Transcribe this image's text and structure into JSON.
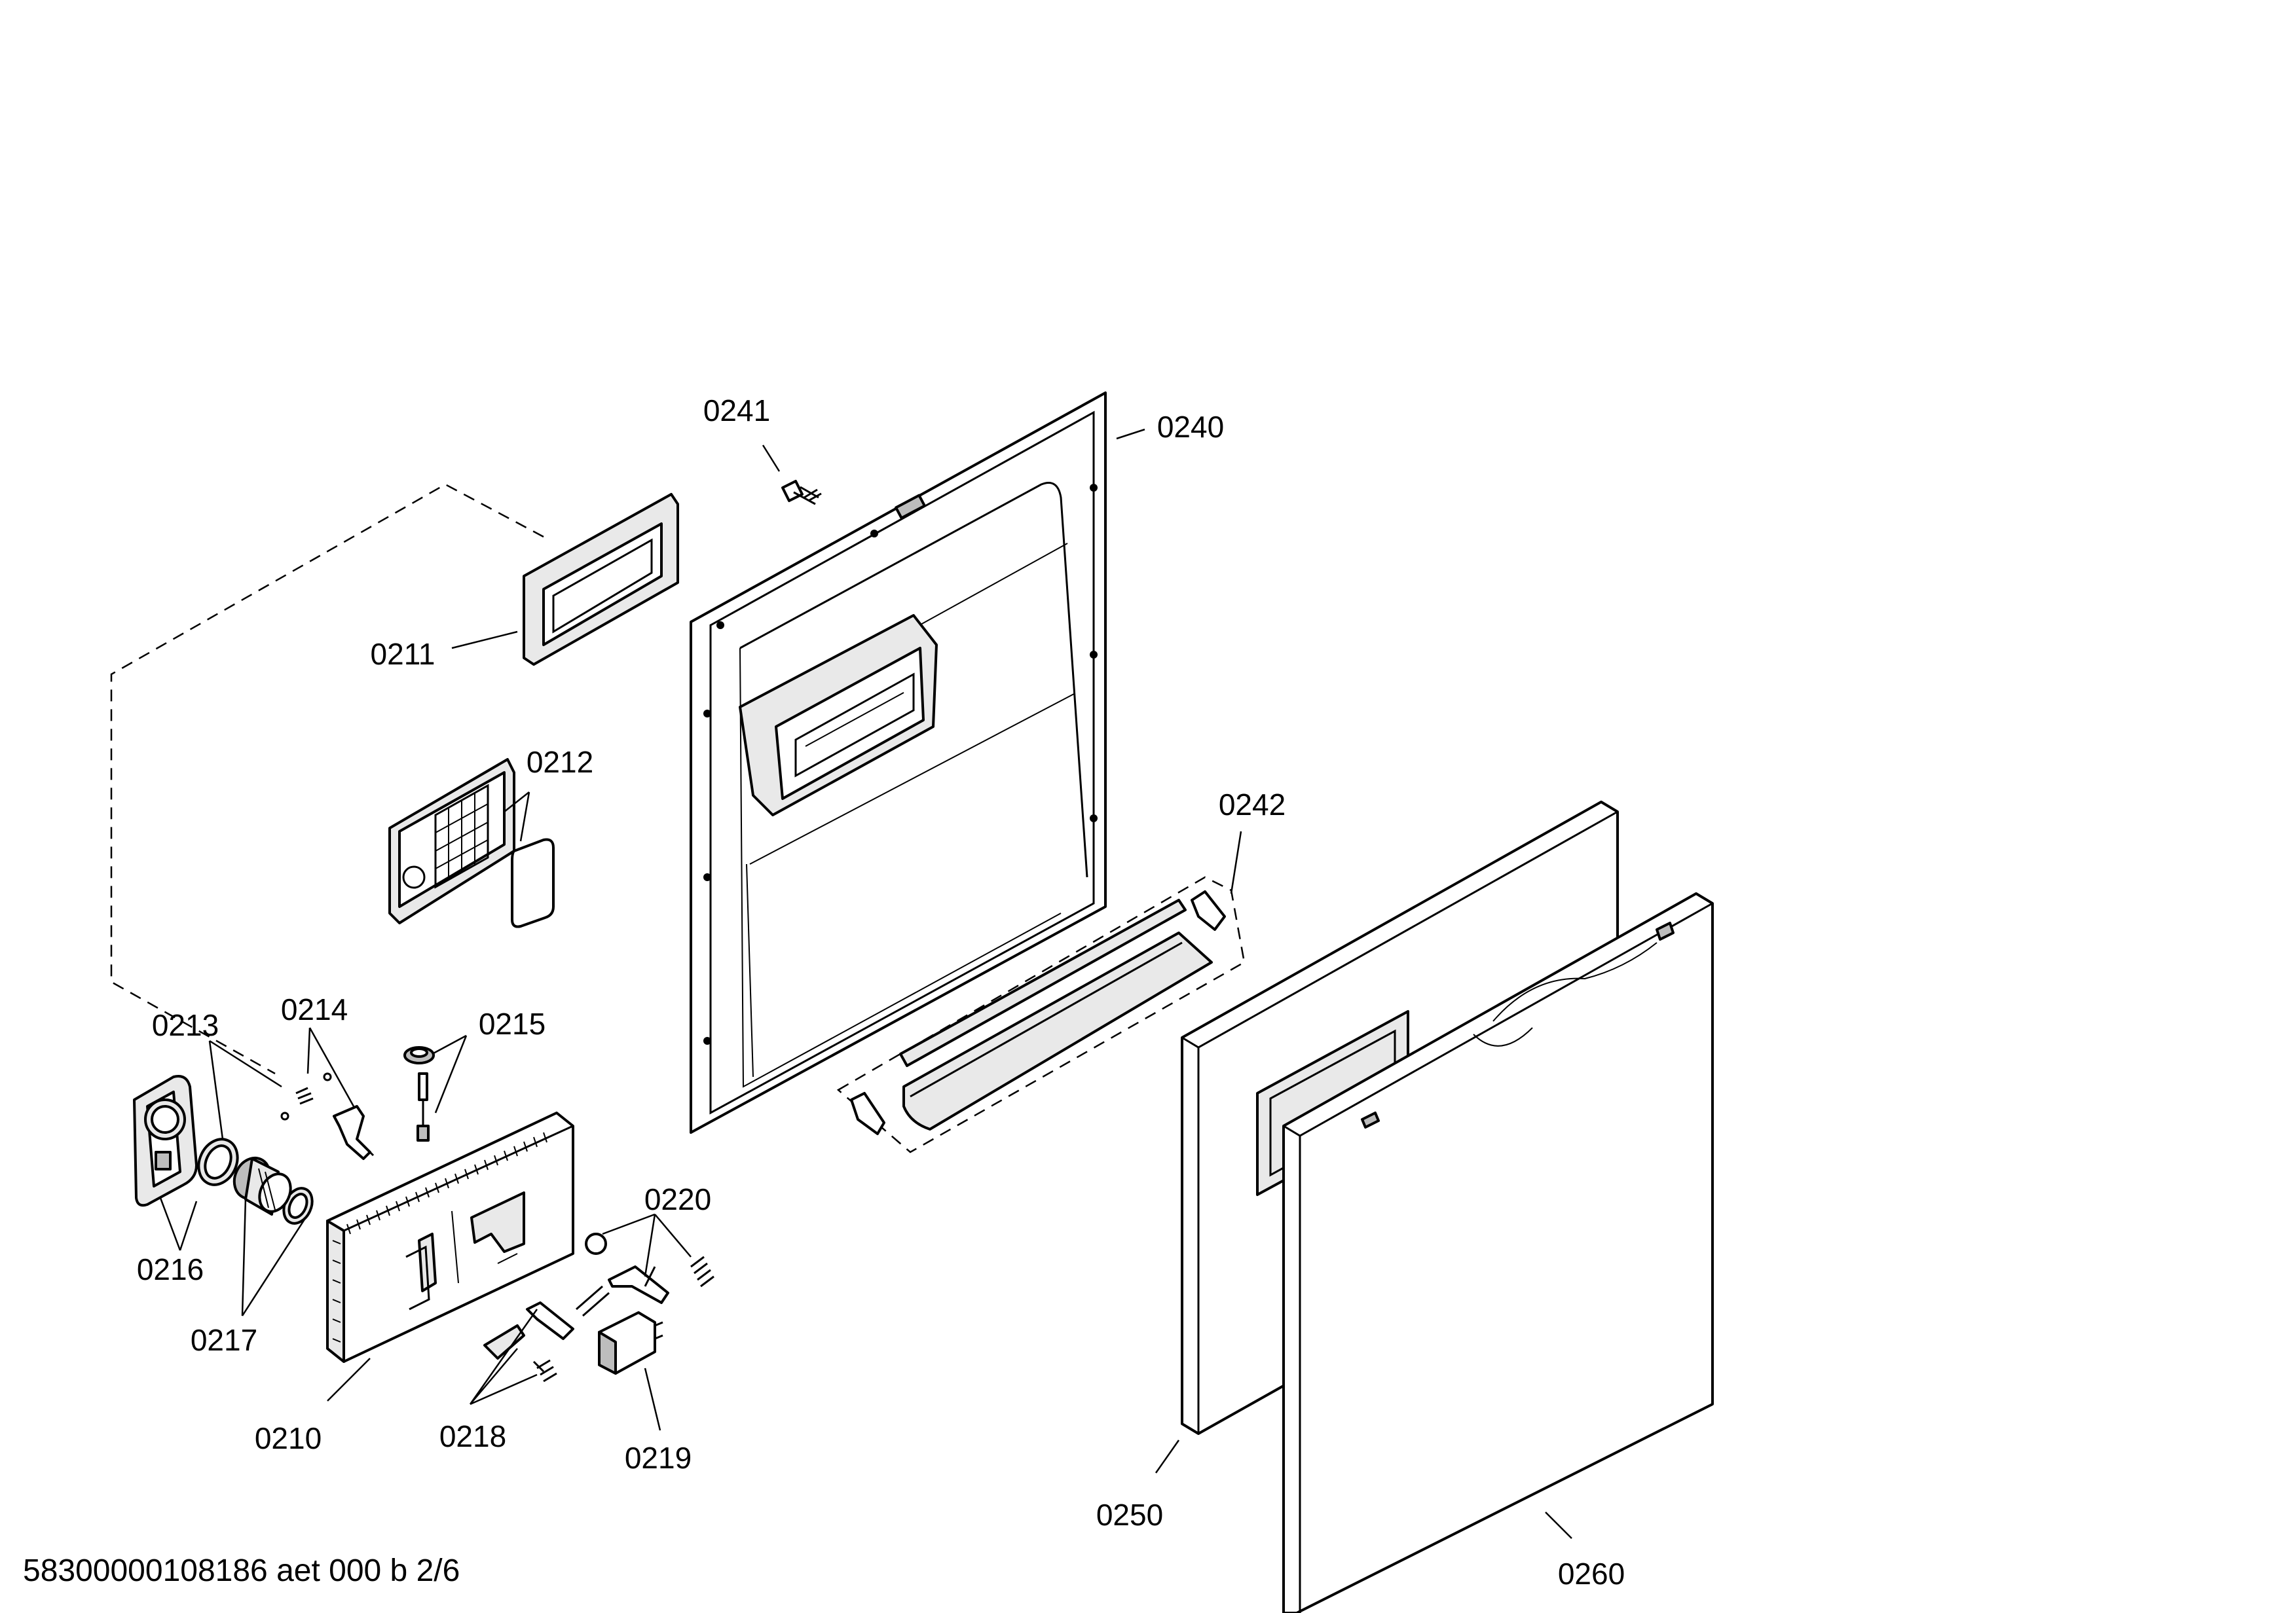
{
  "diagram": {
    "type": "exploded-parts-view",
    "footer_code": "58300000108186 aet 000 b 2/6",
    "part_labels": {
      "p0210": "0210",
      "p0211": "0211",
      "p0212": "0212",
      "p0213": "0213",
      "p0214": "0214",
      "p0215": "0215",
      "p0216": "0216",
      "p0217": "0217",
      "p0218": "0218",
      "p0219": "0219",
      "p0220": "0220",
      "p0240": "0240",
      "p0241": "0241",
      "p0242": "0242",
      "p0250": "0250",
      "p0260": "0260"
    }
  }
}
